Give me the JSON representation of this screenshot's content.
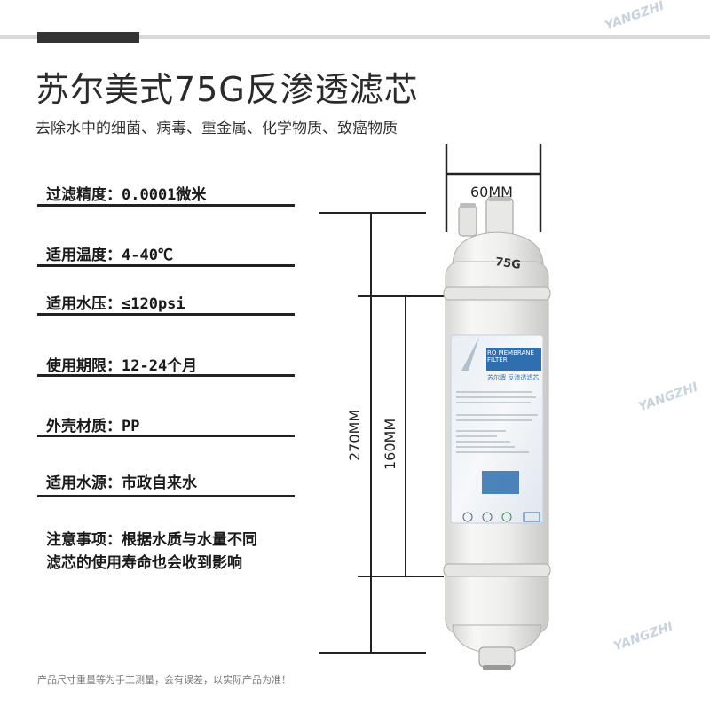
{
  "title": "苏尔美式75G反渗透滤芯",
  "subtitle": "去除水中的细菌、病毒、重金属、化学物质、致癌物质",
  "specs": [
    "过滤精度：0.0001微米",
    "适用温度：4-40℃",
    "适用水压：≤120psi",
    "使用期限：12-24个月",
    "外壳材质：PP",
    "适用水源：市政自来水"
  ],
  "note_line1": "注意事项：根据水质与水量不同",
  "note_line2": "滤芯的使用寿命也会收到影响",
  "dimensions": {
    "width": "60MM",
    "total_height": "270MM",
    "label_height": "160MM"
  },
  "filter": {
    "cap_label": "75G",
    "label_title": "RO MEMBRANE FILTER",
    "label_brand": "苏尔牌 反渗透滤芯"
  },
  "watermark": "YANGZHI",
  "footer": "产品尺寸重量等为手工测量，会有误差，以实际产品为准！",
  "colors": {
    "accent_blue": "#2f6fb0",
    "body_white": "#f4f4f2"
  }
}
